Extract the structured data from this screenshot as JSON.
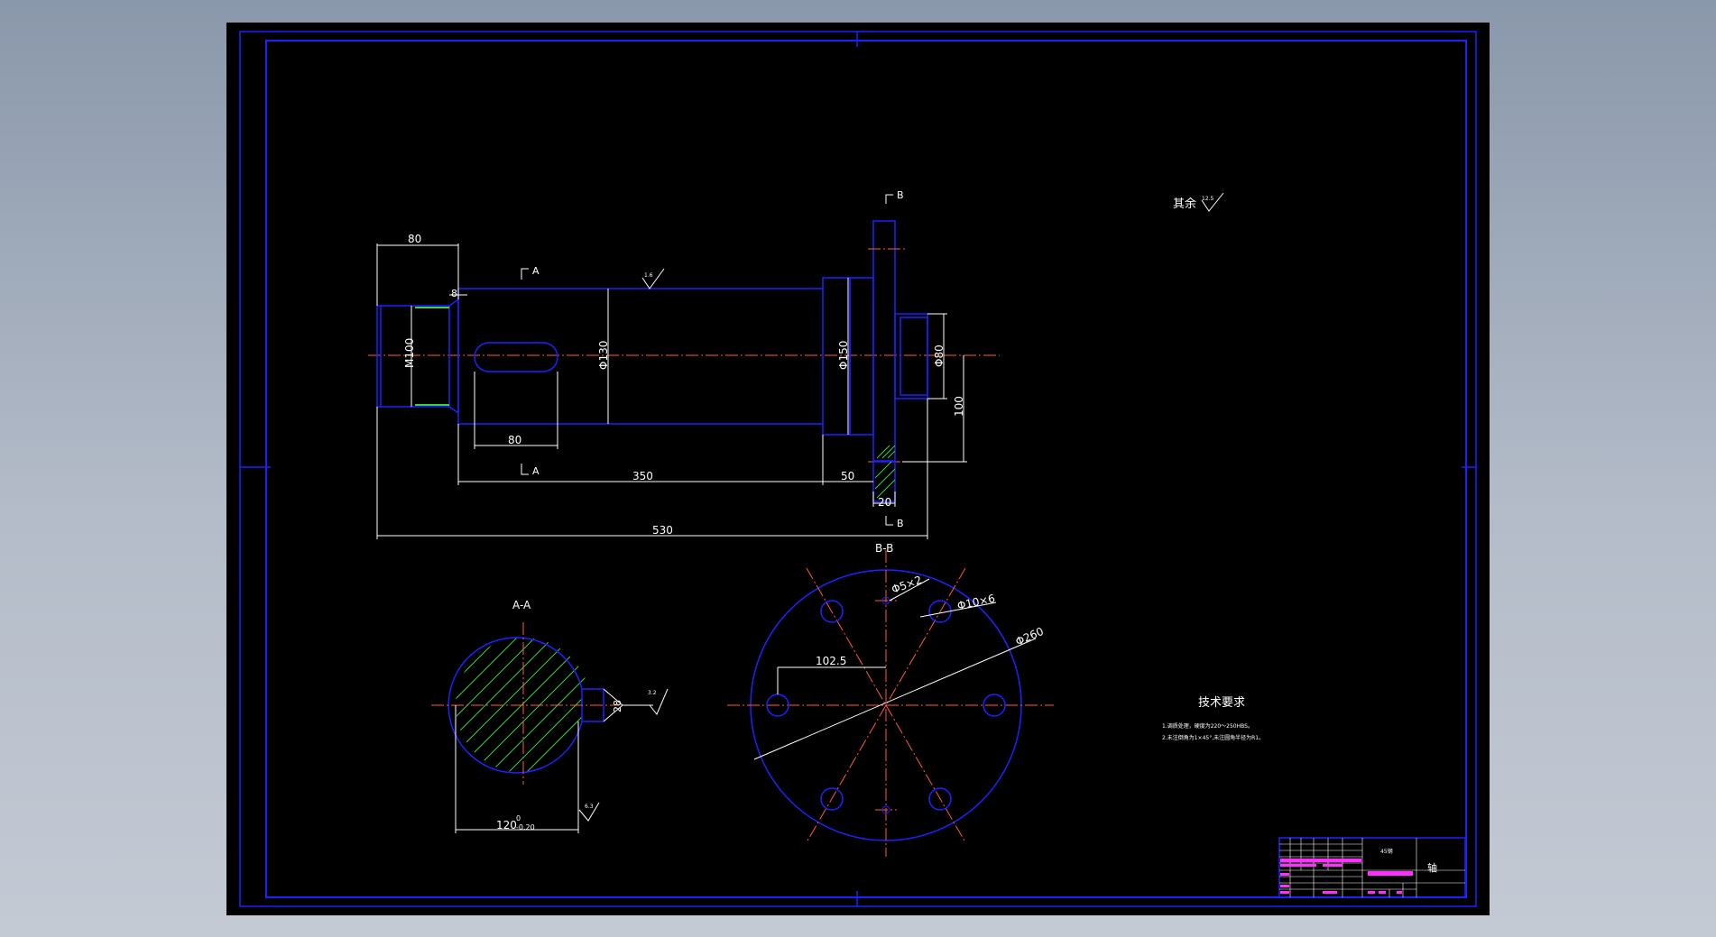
{
  "colors": {
    "canvas": "#000000",
    "outline": "#2020ff",
    "dimension": "#ffffff",
    "centerline": "#ff5a3c",
    "hatch": "#3fd03f",
    "titleblock_text": "#ff30ff"
  },
  "section_marks": {
    "a": "A",
    "b": "B",
    "aa_title": "A-A",
    "bb_title": "B-B"
  },
  "dimensions": {
    "d80_top": "80",
    "d8": "8",
    "m100": "M100",
    "phi130": "Φ130",
    "phi150": "Φ150",
    "phi80": "Φ80",
    "d100": "100",
    "d80_key": "80",
    "d350": "350",
    "d50": "50",
    "d20": "20",
    "d530": "530",
    "d28": "28",
    "d120": "120",
    "tol_upper": "0",
    "tol_lower": "-0.20",
    "d102_5": "102.5",
    "holes": "Φ5×2",
    "bolt": "Φ10×6",
    "phi260": "Φ260"
  },
  "roughness": {
    "other_label": "其余",
    "other_value": "12.5",
    "mid_value": "1.6",
    "a_value": "3.2",
    "small_value": "6.3"
  },
  "tech": {
    "title": "技术要求",
    "line1": "1.调质处理，硬度为220～250HBS。",
    "line2": "2.未注倒角为1×45°,未注圆角半径为R1。"
  },
  "title_block": {
    "part_name": "轴",
    "material": "45钢"
  }
}
